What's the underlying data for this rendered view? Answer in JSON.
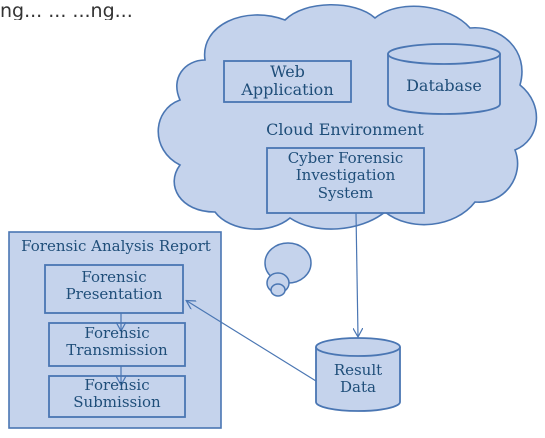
{
  "colors": {
    "fill": "#c5d3ec",
    "stroke": "#4a76b3",
    "text": "#1f4e79"
  },
  "page_title": "ng... ... ...ng...",
  "cloud": {
    "label": "Cloud Environment",
    "web_application": "Web\nApplication",
    "database": "Database",
    "cfis": "Cyber Forensic\nInvestigation\nSystem"
  },
  "report": {
    "title": "Forensic Analysis Report",
    "presentation": "Forensic\nPresentation",
    "transmission": "Forensic\nTransmission",
    "submission": "Forensic\nSubmission"
  },
  "result_data": "Result\nData"
}
